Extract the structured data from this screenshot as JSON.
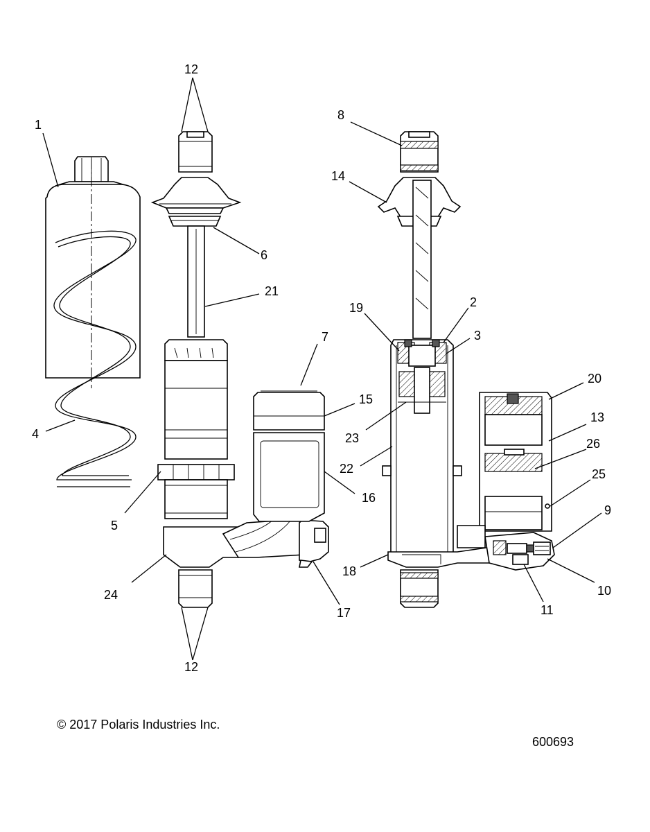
{
  "callouts": {
    "c1": "1",
    "c2": "2",
    "c3": "3",
    "c4": "4",
    "c5": "5",
    "c6": "6",
    "c7": "7",
    "c8": "8",
    "c9": "9",
    "c10": "10",
    "c11": "11",
    "c12_top": "12",
    "c12_bottom": "12",
    "c13": "13",
    "c14": "14",
    "c15": "15",
    "c16": "16",
    "c17": "17",
    "c18": "18",
    "c19": "19",
    "c20": "20",
    "c21": "21",
    "c22": "22",
    "c23": "23",
    "c24": "24",
    "c25": "25",
    "c26": "26"
  },
  "footer": {
    "copyright": "© 2017 Polaris Industries Inc.",
    "figure_id": "600693"
  }
}
